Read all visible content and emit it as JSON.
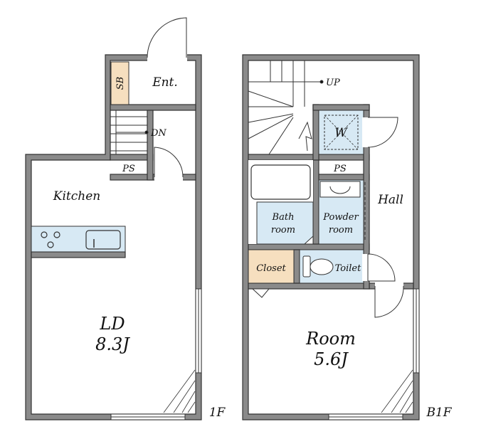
{
  "floor_1": {
    "level": "1F",
    "rooms": {
      "shoe_box": "SB",
      "entrance": "Ent.",
      "stairs_down": "DN",
      "pipe_space": "PS",
      "kitchen": "Kitchen",
      "ld_name": "LD",
      "ld_size": "8.3J"
    }
  },
  "floor_b1": {
    "level": "B1F",
    "rooms": {
      "stairs_up": "UP",
      "washer": "W",
      "pipe_space": "PS",
      "hall": "Hall",
      "bath_line1": "Bath",
      "bath_line2": "room",
      "powder_line1": "Powder",
      "powder_line2": "room",
      "closet": "Closet",
      "toilet": "Toilet",
      "room_name": "Room",
      "room_size": "5.6J"
    }
  },
  "colors": {
    "wall": "#8a8a8a",
    "wet_area": "#d7e9f4",
    "storage": "#f6dfbf"
  }
}
